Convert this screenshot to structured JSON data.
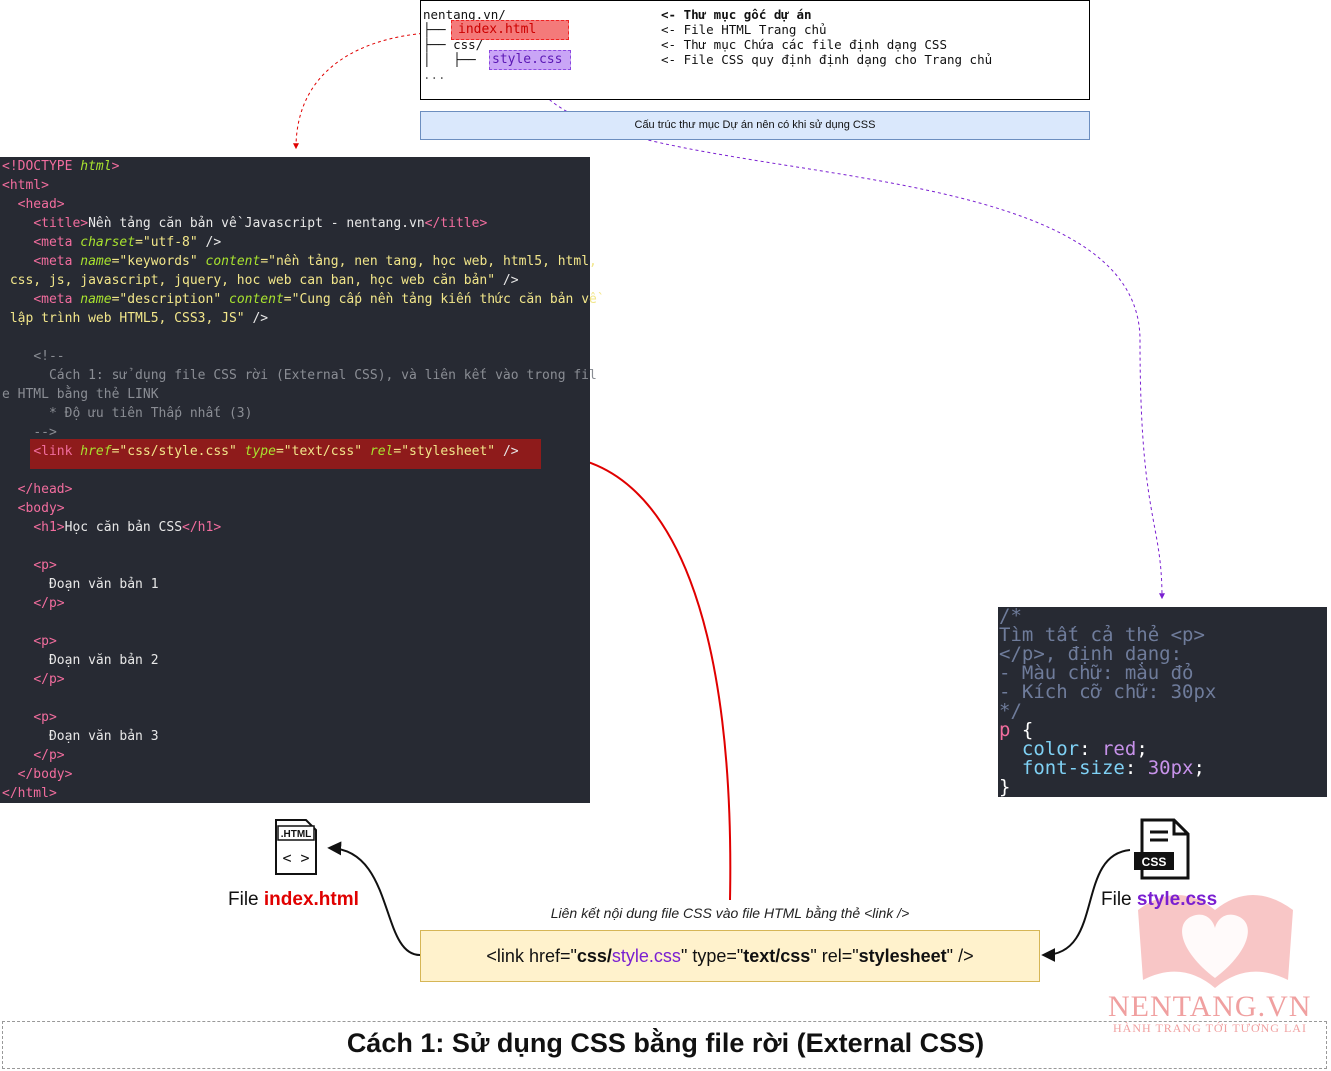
{
  "tree": {
    "root": "nentang.vn/",
    "root_desc": "<- Thư mục gốc dự án",
    "index_prefix": "├──",
    "index_name": "index.html",
    "index_desc": "<- File HTML Trang chủ",
    "css_folder": "├── css/",
    "css_desc": "<- Thư mục Chứa các file định dạng CSS",
    "style_prefix": "│   ├──",
    "style_name": "style.css",
    "style_desc": "<- File CSS quy định định dạng cho Trang chủ",
    "more": "..."
  },
  "tree_caption": "Cấu trúc thư mục Dự án nên có khi sử dụng CSS",
  "html_code": {
    "doctype_a": "<!DOCTYPE",
    "doctype_b": "html",
    "doctype_c": ">",
    "html_open": "<html>",
    "head_open": "<head>",
    "title_open": "<title>",
    "title_text": "Nền tảng căn bản về Javascript - nentang.vn",
    "title_close": "</title>",
    "meta": "<meta",
    "charset_attr": "charset",
    "charset_val": "=\"utf-8\"",
    "selfclose": " />",
    "name_attr": "name",
    "keywords_val": "=\"keywords\"",
    "content_attr": "content",
    "keywords_content_1": "=\"nền tảng, nen tang, học web, html5, html,",
    "keywords_content_2": " css, js, javascript, jquery, hoc web can ban, học web căn bản\"",
    "description_val": "=\"description\"",
    "description_content_1": "=\"Cung cấp nền tảng kiến thức căn bản về",
    "description_content_2": " lập trình web HTML5, CSS3, JS\"",
    "comment_open": "<!--",
    "comment_1": "Cách 1: sử dụng file CSS rời (External CSS), và liên kết vào trong fil",
    "comment_2": "e HTML bằng thẻ LINK",
    "comment_3": "* Độ ưu tiên Thấp nhất (3)",
    "comment_close": "-->",
    "link_tag": "<link",
    "href_attr": "href",
    "href_val": "=\"css/style.css\"",
    "type_attr": "type",
    "type_val": "=\"text/css\"",
    "rel_attr": "rel",
    "rel_val": "=\"stylesheet\"",
    "head_close": "</head>",
    "body_open": "<body>",
    "h1_open": "<h1>",
    "h1_text": "Học căn bản CSS",
    "h1_close": "</h1>",
    "p_open": "<p>",
    "p_close": "</p>",
    "p1_text": "Đoạn văn bản 1",
    "p2_text": "Đoạn văn bản 2",
    "p3_text": "Đoạn văn bản 3",
    "body_close": "</body>",
    "html_close": "</html>"
  },
  "css_code": {
    "c1": "/*",
    "c2": "Tìm tất cả thẻ <p>",
    "c3": "</p>, định dạng:",
    "c4": "- Màu chữ: màu đỏ",
    "c5": "- Kích cỡ chữ: 30px",
    "c6": "*/",
    "selector": "p",
    "brace_open": " {",
    "prop1": "color",
    "val1": "red",
    "prop2": "font-size",
    "val2": "30px",
    "colon": ": ",
    "semi": ";",
    "brace_close": "}"
  },
  "icons": {
    "html_icon_text": ".HTML",
    "html_icon_glyph": "< >",
    "css_icon_text": "CSS"
  },
  "labels": {
    "file_word": "File ",
    "index_file": "index.html",
    "style_file": "style.css"
  },
  "link_note": "Liên kết nội dung file CSS vào file HTML bằng thẻ <link />",
  "link_box": {
    "part1": "<link href=\"",
    "part2": "css/",
    "part3": "style.css",
    "part4": "\" type=\"",
    "part5": "text/css",
    "part6": "\" rel=\"",
    "part7": "stylesheet",
    "part8": "\" />"
  },
  "footer_title": "Cách 1: Sử dụng CSS bằng file rời (External CSS)",
  "brand": {
    "name": "NENTANG.VN",
    "tagline": "HÀNH TRANG TỚI TƯƠNG LAI"
  },
  "colors": {
    "code_bg": "#272a33",
    "tag": "#f26d9e",
    "attr": "#a8e22f",
    "string": "#f2e68a",
    "index_highlight": "#f47a7a",
    "style_highlight": "#c9a5f6",
    "red_arrow": "#e00000",
    "purple_arrow": "#7a1fd1"
  }
}
